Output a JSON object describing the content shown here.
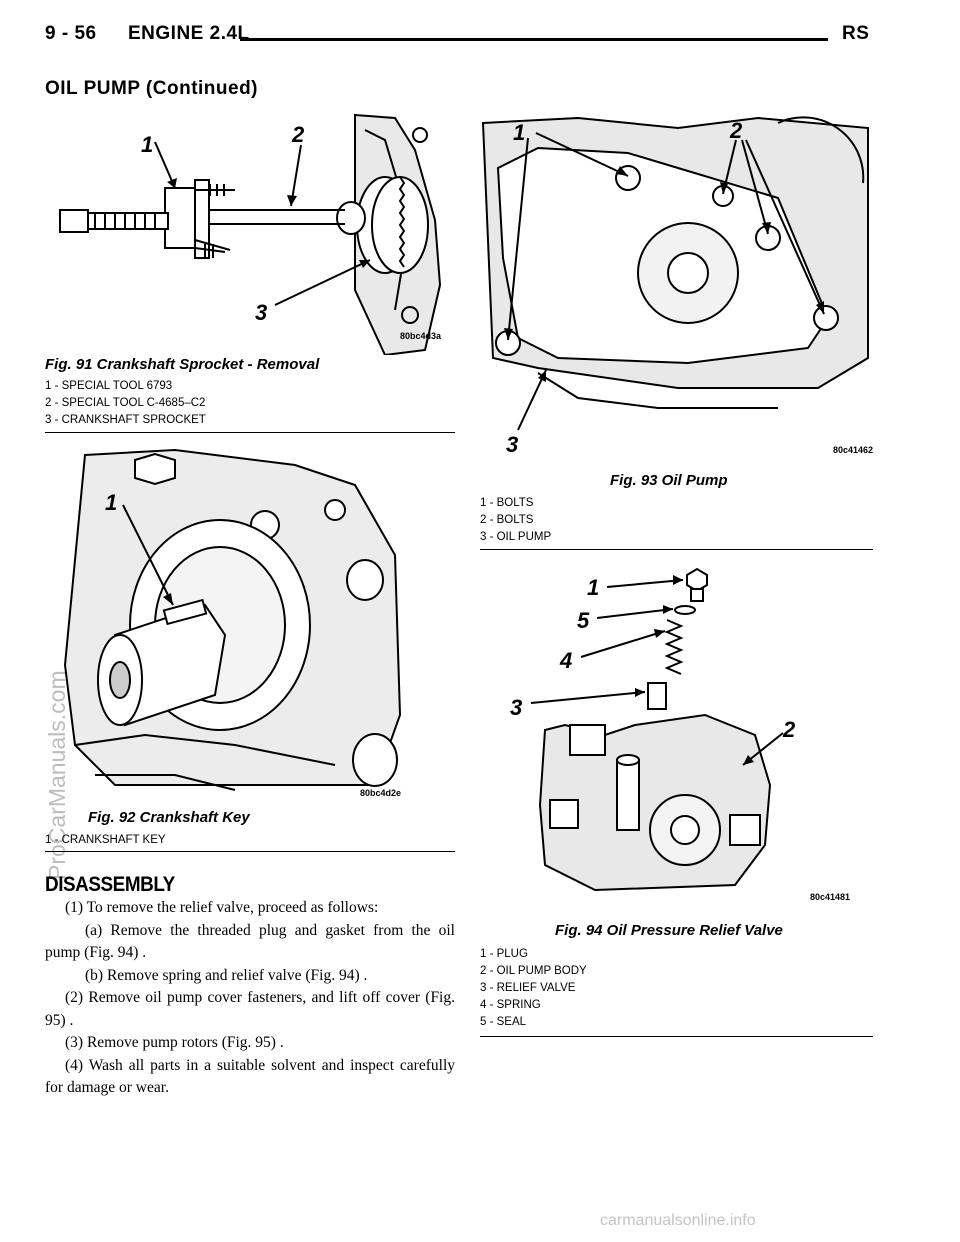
{
  "header": {
    "page": "9 - 56",
    "section": "ENGINE 2.4L",
    "code": "RS"
  },
  "continued_title": "OIL PUMP (Continued)",
  "figures": {
    "fig91": {
      "caption": "Fig. 91 Crankshaft Sprocket - Removal",
      "drawing_id": "80bc4d3a",
      "callouts": [
        "1",
        "2",
        "3"
      ],
      "legend": [
        "1 - SPECIAL TOOL 6793",
        "2 - SPECIAL TOOL C-4685–C2",
        "3 - CRANKSHAFT SPROCKET"
      ]
    },
    "fig92": {
      "caption": "Fig. 92 Crankshaft Key",
      "drawing_id": "80bc4d2e",
      "callouts": [
        "1"
      ],
      "legend": [
        "1 - CRANKSHAFT KEY"
      ]
    },
    "fig93": {
      "caption": "Fig. 93 Oil Pump",
      "drawing_id": "80c41462",
      "callouts": [
        "1",
        "2",
        "3"
      ],
      "legend": [
        "1 - BOLTS",
        "2 - BOLTS",
        "3 - OIL PUMP"
      ]
    },
    "fig94": {
      "caption": "Fig. 94 Oil Pressure Relief Valve",
      "drawing_id": "80c41481",
      "callouts": [
        "1",
        "5",
        "4",
        "3",
        "2"
      ],
      "legend": [
        "1 - PLUG",
        "2 - OIL PUMP BODY",
        "3 - RELIEF VALVE",
        "4 - SPRING",
        "5 - SEAL"
      ]
    }
  },
  "disassembly": {
    "heading": "DISASSEMBLY",
    "steps": [
      "(1) To remove the relief valve, proceed as follows:",
      "(a) Remove the threaded plug and gasket from the oil pump (Fig. 94) .",
      "(b) Remove spring and relief valve (Fig. 94) .",
      "(2) Remove oil pump cover fasteners, and lift off cover (Fig. 95) .",
      "(3) Remove pump rotors (Fig. 95) .",
      "(4) Wash all parts in a suitable solvent and inspect carefully for damage or wear."
    ]
  },
  "watermark": "ProCarManuals.com",
  "footer": "carmanualsonline.info"
}
